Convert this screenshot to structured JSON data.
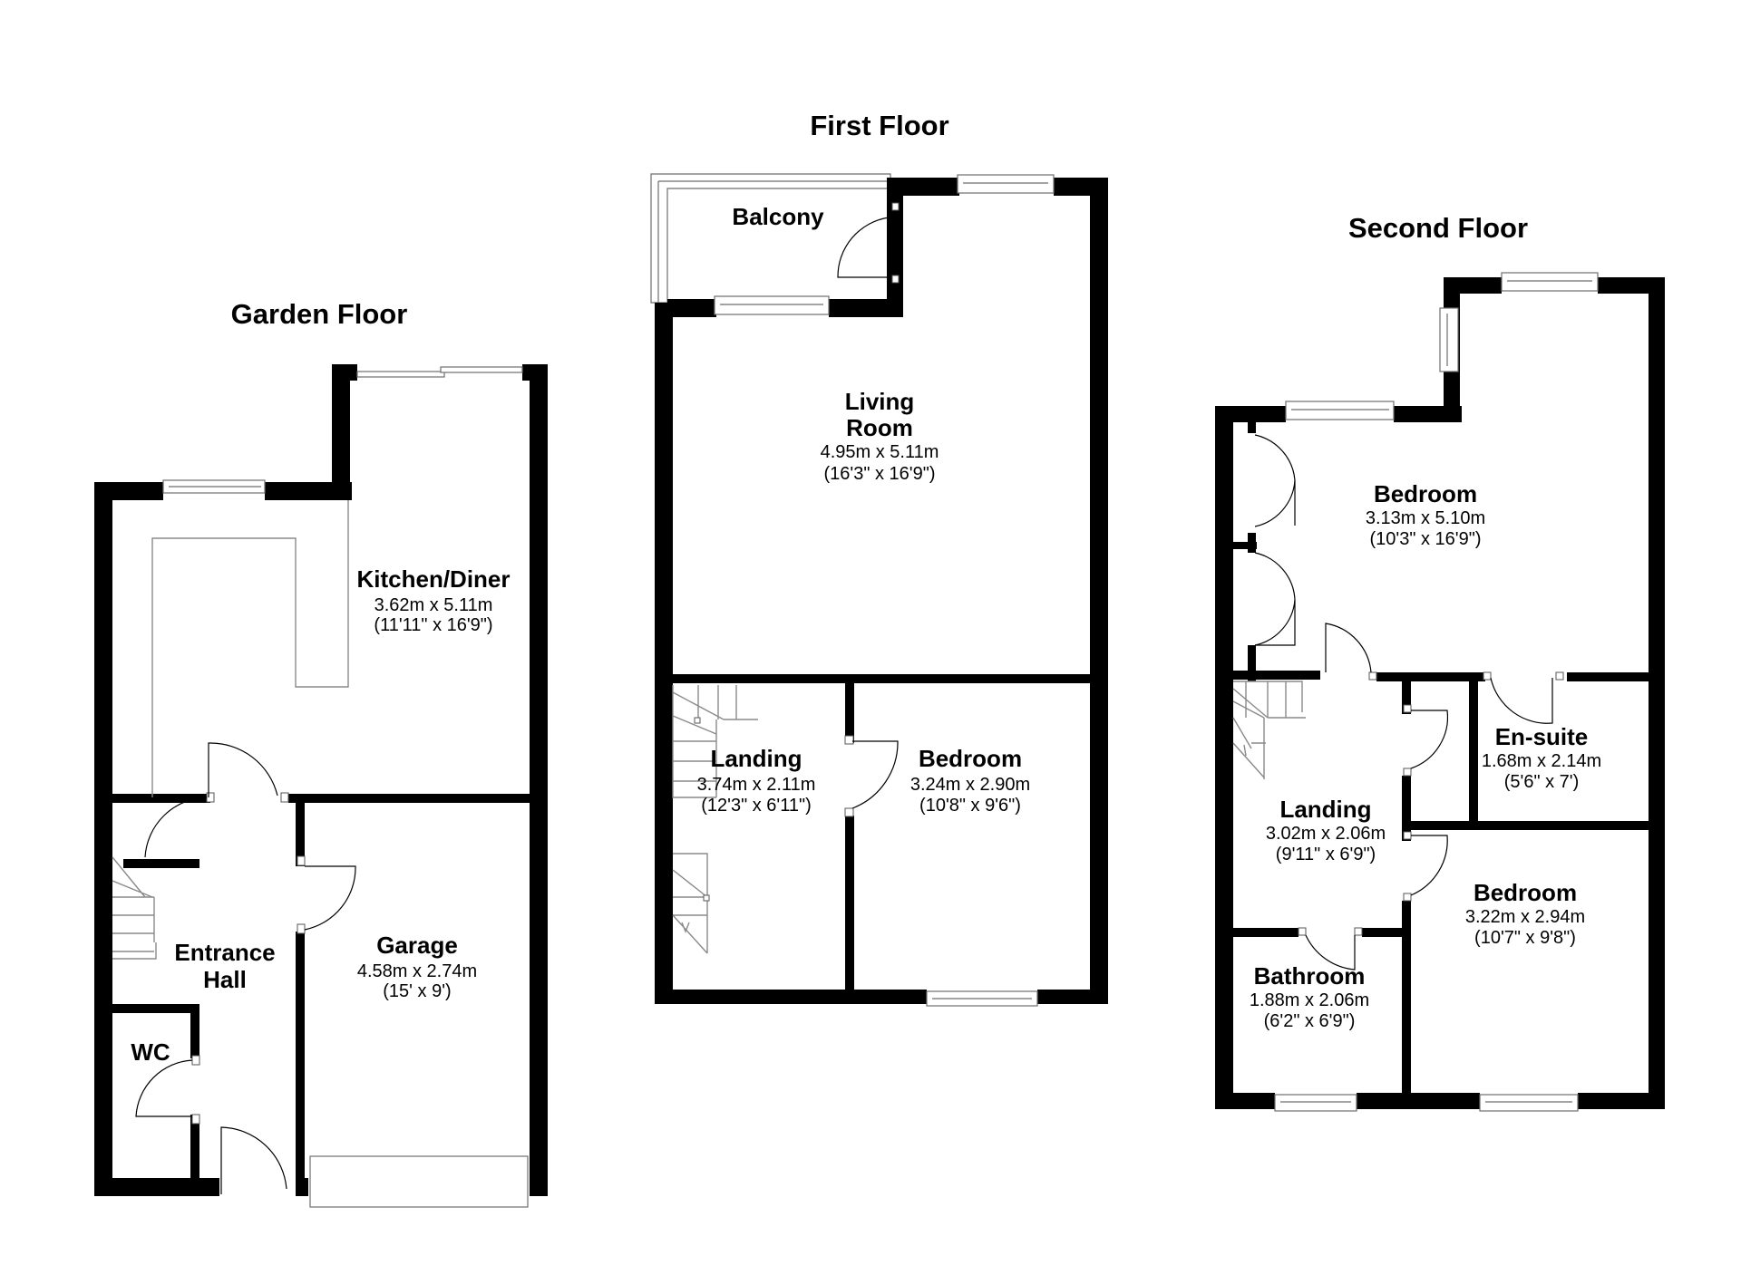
{
  "floors": [
    {
      "title": "Garden Floor",
      "rooms": [
        {
          "name": "Kitchen/Diner",
          "metric": "3.62m x 5.11m",
          "imperial": "(11'11\" x 16'9\")"
        },
        {
          "name_line1": "Entrance",
          "name_line2": "Hall"
        },
        {
          "name": "Garage",
          "metric": "4.58m x 2.74m",
          "imperial": "(15' x 9')"
        },
        {
          "name": "WC"
        }
      ]
    },
    {
      "title": "First Floor",
      "rooms": [
        {
          "name": "Balcony"
        },
        {
          "name_line1": "Living",
          "name_line2": "Room",
          "metric": "4.95m x 5.11m",
          "imperial": "(16'3\" x 16'9\")"
        },
        {
          "name": "Landing",
          "metric": "3.74m x 2.11m",
          "imperial": "(12'3\" x 6'11\")"
        },
        {
          "name": "Bedroom",
          "metric": "3.24m x 2.90m",
          "imperial": "(10'8\" x 9'6\")"
        }
      ]
    },
    {
      "title": "Second Floor",
      "rooms": [
        {
          "name": "Bedroom",
          "metric": "3.13m x 5.10m",
          "imperial": "(10'3\" x 16'9\")"
        },
        {
          "name": "En-suite",
          "metric": "1.68m x 2.14m",
          "imperial": "(5'6\" x 7')"
        },
        {
          "name": "Landing",
          "metric": "3.02m x 2.06m",
          "imperial": "(9'11\" x 6'9\")"
        },
        {
          "name": "Bedroom",
          "metric": "3.22m x 2.94m",
          "imperial": "(10'7\" x 9'8\")"
        },
        {
          "name": "Bathroom",
          "metric": "1.88m x 2.06m",
          "imperial": "(6'2\" x 6'9\")"
        }
      ]
    }
  ],
  "colors": {
    "wall": "#000000",
    "background": "#ffffff",
    "fixture": "#8a8a8a"
  }
}
